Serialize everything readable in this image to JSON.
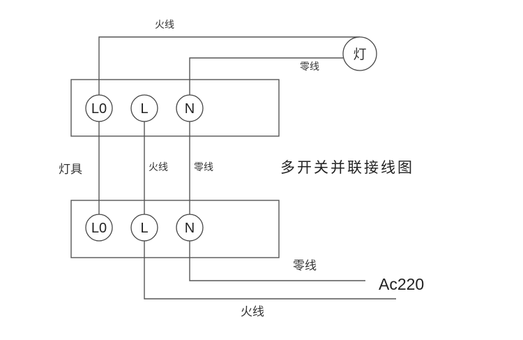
{
  "title": "多开关并联接线图",
  "lamp": {
    "label": "灯"
  },
  "labels": {
    "top_live": "火线",
    "top_neutral": "零线",
    "fixture": "灯具",
    "mid_live": "火线",
    "mid_neutral": "零线",
    "bottom_neutral": "零线",
    "bottom_live": "火线",
    "supply": "Ac220"
  },
  "switch_top": {
    "terminals": [
      "L0",
      "L",
      "N"
    ]
  },
  "switch_bottom": {
    "terminals": [
      "L0",
      "L",
      "N"
    ]
  },
  "colors": {
    "line": "#555555",
    "text": "#333333"
  }
}
